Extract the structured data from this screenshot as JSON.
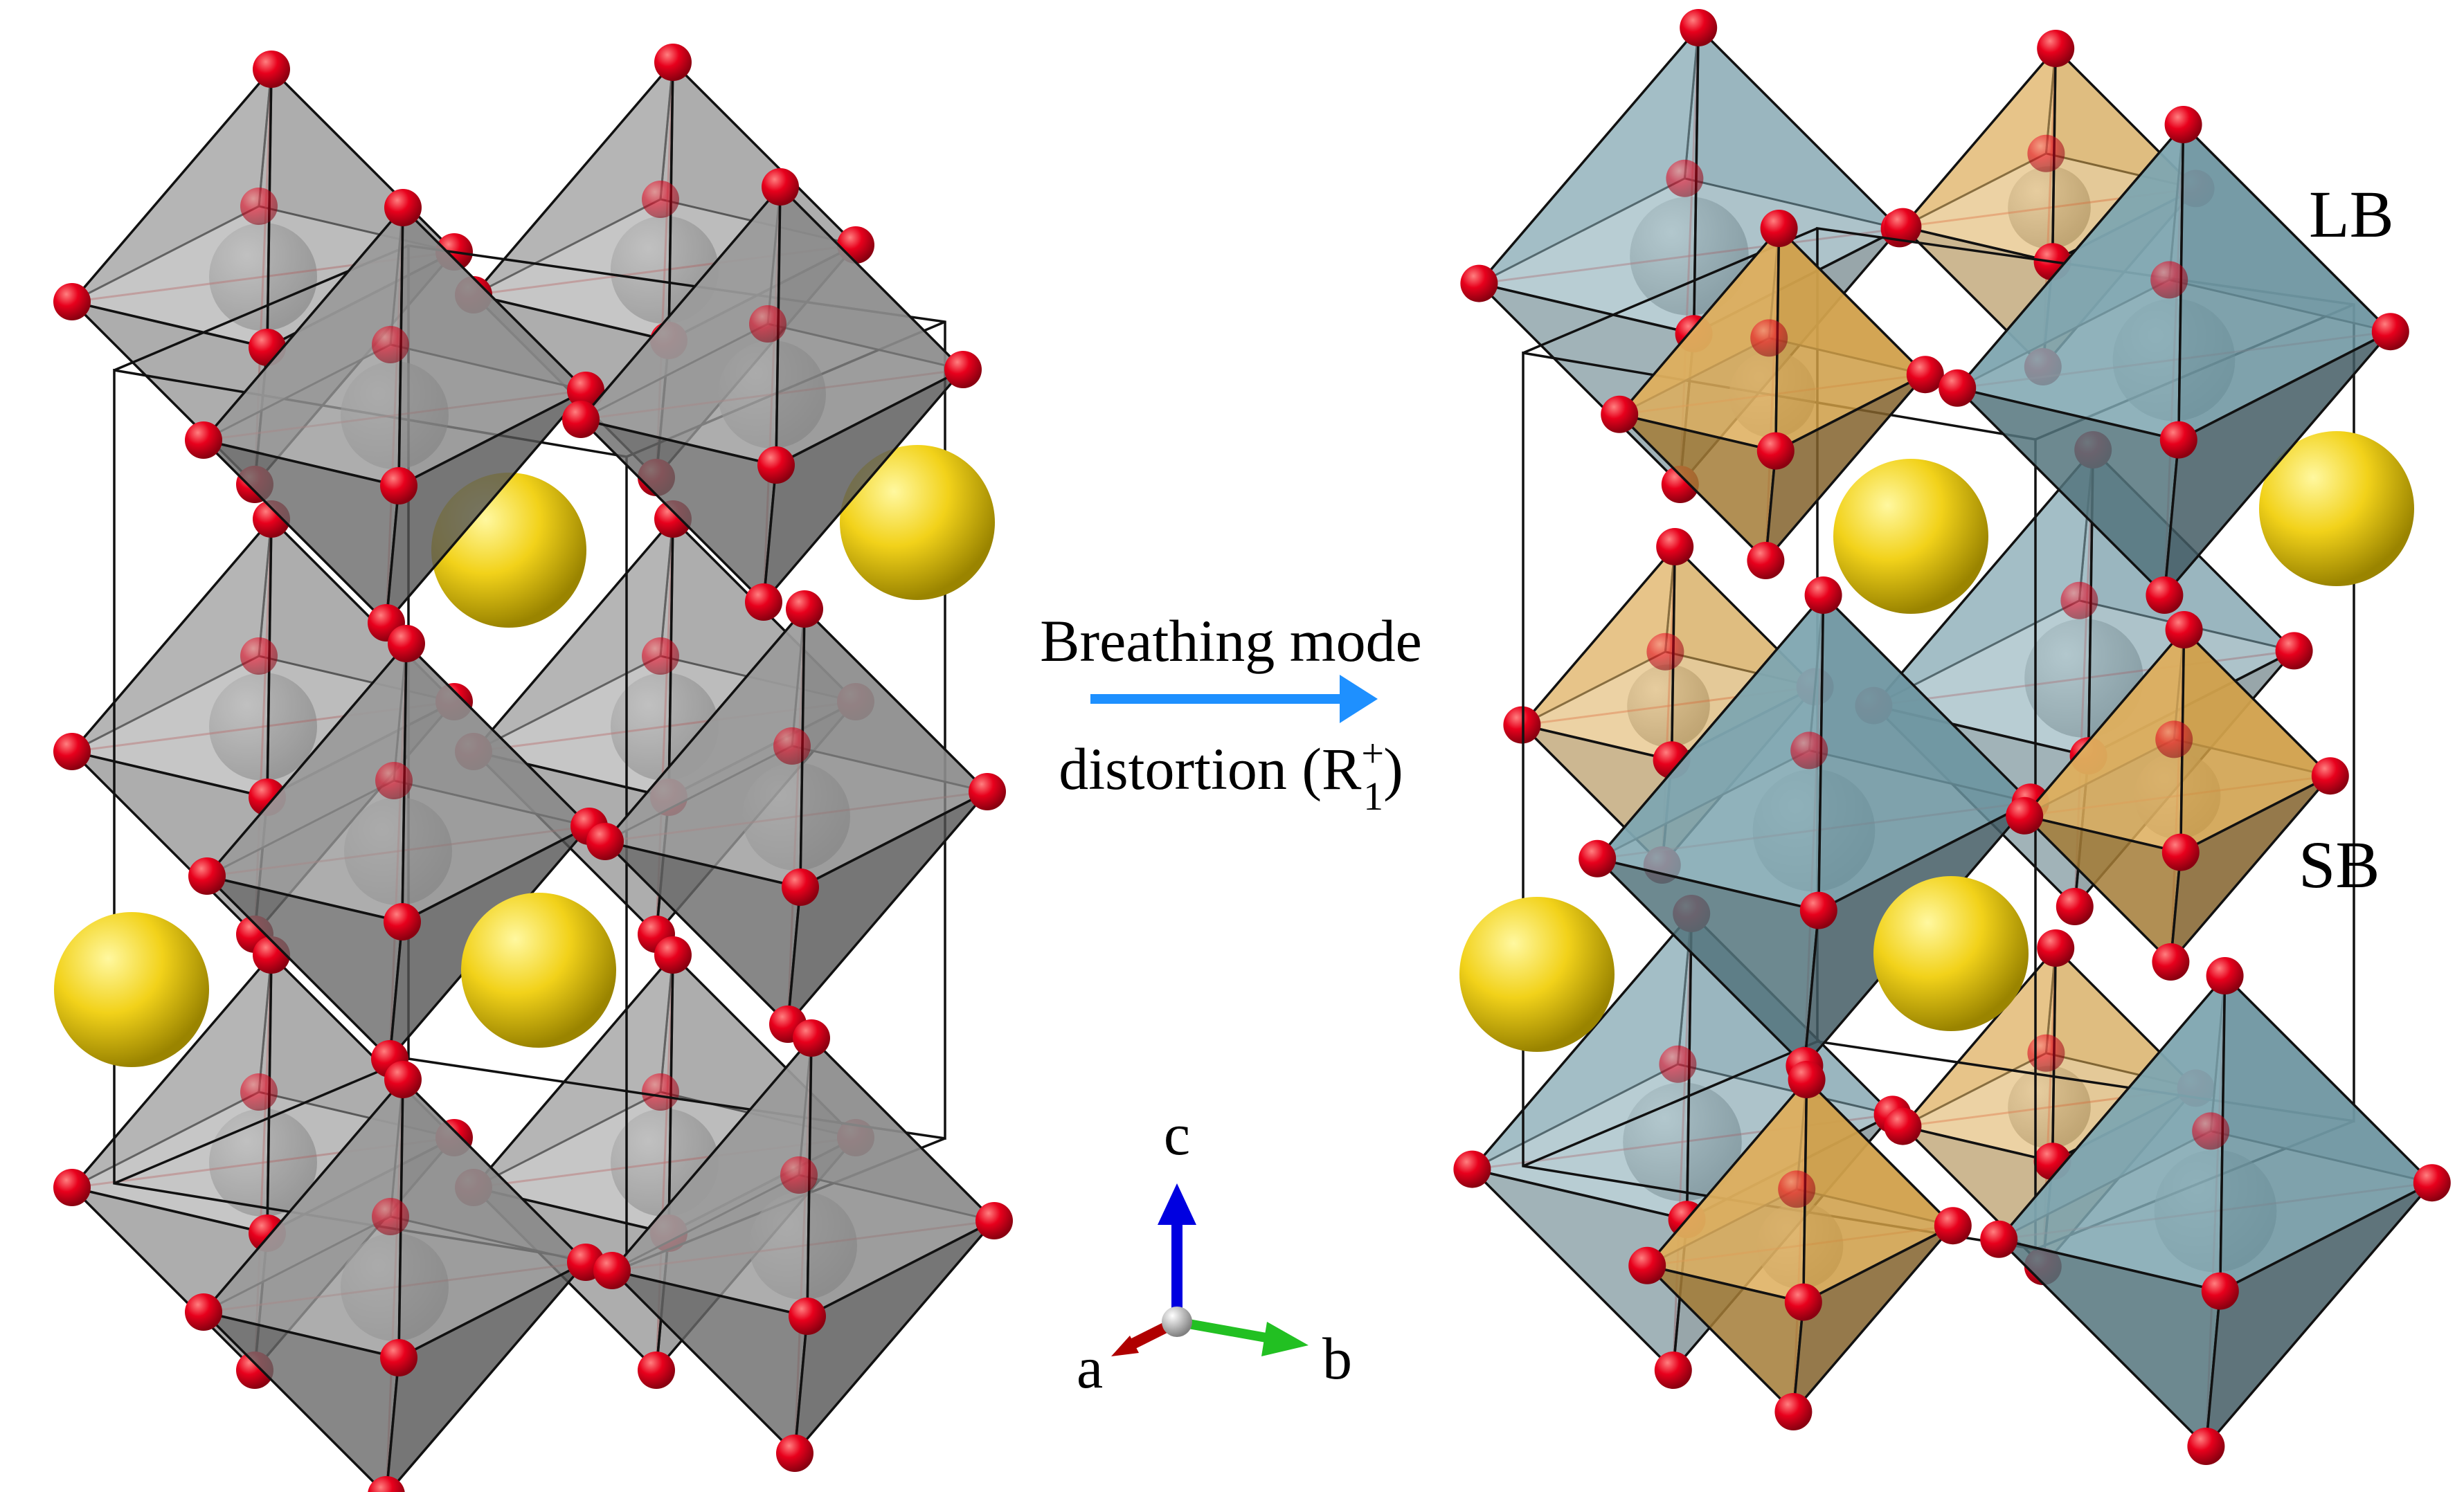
{
  "labels": {
    "arrow_top": "Breathing mode",
    "arrow_bottom_main": "distortion (R",
    "arrow_bottom_sup": "+",
    "arrow_bottom_sub": "1",
    "arrow_bottom_close": ")",
    "long_bond": "LB",
    "short_bond": "SB",
    "axis_a": "a",
    "axis_b": "b",
    "axis_c": "c"
  },
  "colors": {
    "gray_octahedron": "#8c8c8c",
    "lb_octahedron": "#6f9aa6",
    "sb_octahedron": "#d9a448",
    "oxygen": "#e0001a",
    "a_site": "#f2d21a",
    "arrow": "#1e90ff",
    "axis_a": "#b00000",
    "axis_b": "#22c022",
    "axis_c": "#0000e0"
  },
  "icons": {
    "arrow": "right-arrow-icon",
    "axes": "crystal-axes-icon"
  }
}
